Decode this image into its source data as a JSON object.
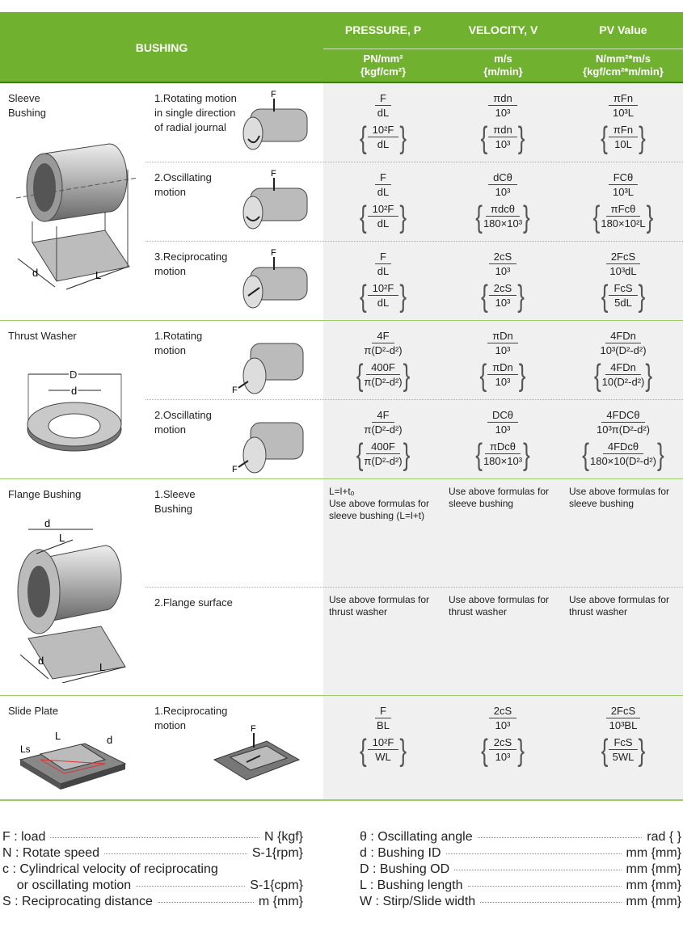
{
  "header": {
    "bushing": "BUSHING",
    "columns": [
      {
        "title": "PRESSURE, P",
        "unit1": "PN/mm²",
        "unit2": "{kgf/cm²}"
      },
      {
        "title": "VELOCITY, V",
        "unit1": "m/s",
        "unit2": "{m/min}"
      },
      {
        "title": "PV Value",
        "unit1": "N/mm²*m/s",
        "unit2": "{kgf/cm²*m/min}"
      }
    ]
  },
  "groups": [
    {
      "type": "Sleeve\nBushing",
      "rows": [
        {
          "motion": "1.Rotating motion\nin single direction\nof radial journal",
          "cells": [
            {
              "n": "F",
              "d": "dL",
              "bn": "10²F",
              "bd": "dL"
            },
            {
              "n": "πdn",
              "d": "10³",
              "bn": "πdn",
              "bd": "10³"
            },
            {
              "n": "πFn",
              "d": "10³L",
              "bn": "πFn",
              "bd": "10L"
            }
          ]
        },
        {
          "motion": "2.Oscillating\nmotion",
          "cells": [
            {
              "n": "F",
              "d": "dL",
              "bn": "10²F",
              "bd": "dL"
            },
            {
              "n": "dCθ",
              "d": "10³",
              "bn": "πdcθ",
              "bd": "180×10³"
            },
            {
              "n": "FCθ",
              "d": "10³L",
              "bn": "πFcθ",
              "bd": "180×10²L"
            }
          ]
        },
        {
          "motion": "3.Reciprocating\nmotion",
          "cells": [
            {
              "n": "F",
              "d": "dL",
              "bn": "10²F",
              "bd": "dL"
            },
            {
              "n": "2cS",
              "d": "10³",
              "bn": "2cS",
              "bd": "10³"
            },
            {
              "n": "2FcS",
              "d": "10³dL",
              "bn": "FcS",
              "bd": "5dL"
            }
          ]
        }
      ]
    },
    {
      "type": "Thrust Washer",
      "rows": [
        {
          "motion": "1.Rotating\nmotion",
          "cells": [
            {
              "n": "4F",
              "d": "π(D²-d²)",
              "bn": "400F",
              "bd": "π(D²-d²)"
            },
            {
              "n": "πDn",
              "d": "10³",
              "bn": "πDn",
              "bd": "10³"
            },
            {
              "n": "4FDn",
              "d": "10³(D²-d²)",
              "bn": "4FDn",
              "bd": "10(D²-d²)"
            }
          ]
        },
        {
          "motion": "2.Oscillating\nmotion",
          "cells": [
            {
              "n": "4F",
              "d": "π(D²-d²)",
              "bn": "400F",
              "bd": "π(D²-d²)"
            },
            {
              "n": "DCθ",
              "d": "10³",
              "bn": "πDcθ",
              "bd": "180×10³"
            },
            {
              "n": "4FDCθ",
              "d": "10³π(D²-d²)",
              "bn": "4FDcθ",
              "bd": "180×10(D²-d²)"
            }
          ]
        }
      ]
    },
    {
      "type": "Flange Bushing",
      "rows": [
        {
          "motion": "1.Sleeve\nBushing",
          "texts": [
            " L=l+tₒ\nUse above formulas for\nsleeve bushing (L=l+t)",
            "Use above formulas for\nsleeve bushing",
            "Use above formulas for\nsleeve bushing"
          ]
        },
        {
          "motion": "2.Flange surface",
          "texts": [
            "Use above formulas for\nthrust washer",
            "Use above formulas for\nthrust washer",
            "Use above formulas for\nthrust washer"
          ]
        }
      ]
    },
    {
      "type": "Slide Plate",
      "rows": [
        {
          "motion": "1.Reciprocating\nmotion",
          "cells": [
            {
              "n": "F",
              "d": "BL",
              "bn": "10²F",
              "bd": "WL"
            },
            {
              "n": "2cS",
              "d": "10³",
              "bn": "2cS",
              "bd": "10³"
            },
            {
              "n": "2FcS",
              "d": "10³BL",
              "bn": "FcS",
              "bd": "5WL"
            }
          ]
        }
      ]
    }
  ],
  "labels": {
    "F": "F",
    "d": "d",
    "D": "D",
    "L": "L",
    "Ls": "Ls"
  },
  "legend": {
    "left": [
      {
        "label": "F : load",
        "unit": "N {kgf}"
      },
      {
        "label": "N : Rotate speed",
        "unit": "S-1{rpm}"
      },
      {
        "label": "c : Cylindrical velocity of reciprocating",
        "unit": ""
      },
      {
        "label": "    or oscillating motion",
        "unit": "S-1{cpm}"
      },
      {
        "label": "S : Reciprocating distance",
        "unit": "m {mm}"
      }
    ],
    "right": [
      {
        "label": "θ : Oscillating angle",
        "unit": "rad { }"
      },
      {
        "label": "d : Bushing ID",
        "unit": "mm {mm}"
      },
      {
        "label": "D : Bushing OD",
        "unit": "mm {mm}"
      },
      {
        "label": "L : Bushing length",
        "unit": "mm {mm}"
      },
      {
        "label": "W : Stirp/Slide width",
        "unit": "mm {mm}"
      }
    ]
  }
}
